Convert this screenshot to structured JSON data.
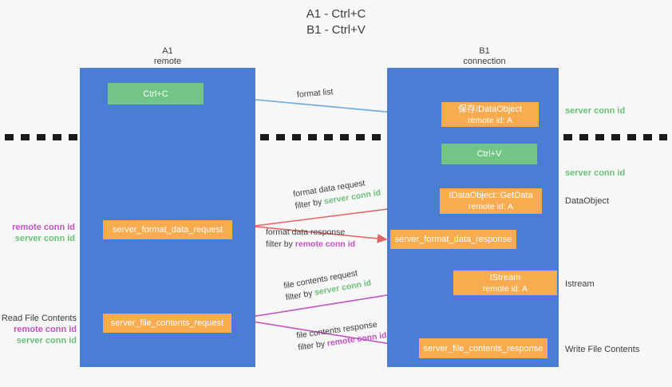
{
  "title": {
    "line1": "A1 - Ctrl+C",
    "line2": "B1 - Ctrl+V"
  },
  "columns": [
    {
      "name": "A1",
      "subtitle": "remote"
    },
    {
      "name": "B1",
      "subtitle": "connection"
    }
  ],
  "nodes": {
    "ctrl_c": {
      "line1": "Ctrl+C",
      "color": "#72c585"
    },
    "save_dataobject": {
      "line1": "保存IDataObject",
      "line2": "remote id: A",
      "color": "#f9ab50"
    },
    "ctrl_v": {
      "line1": "Ctrl+V",
      "color": "#72c585"
    },
    "getdata": {
      "line1": "IDataObject::GetData",
      "line2": "remote id: A",
      "color": "#f9ab50"
    },
    "istream": {
      "line1": "IStream",
      "line2": "remote id: A",
      "color": "#f9ab50"
    },
    "server_format_data_request": {
      "line1": "server_format_data_request",
      "color": "#f9ab50"
    },
    "server_format_data_response": {
      "line1": "server_format_data_response",
      "color": "#f9ab50"
    },
    "server_file_contents_request": {
      "line1": "server_file_contents_request",
      "color": "#f9ab50"
    },
    "server_file_contents_response": {
      "line1": "server_file_contents_response",
      "color": "#f9ab50"
    }
  },
  "edge_labels": {
    "format_list": {
      "text": "format list"
    },
    "format_data_request": {
      "line1": "format data request",
      "prefix": "filter by ",
      "key": "server conn id",
      "key_color": "#6cbf7a"
    },
    "format_data_response": {
      "line1": "format data response",
      "prefix": "filter by ",
      "key": "remote conn id",
      "key_color": "#c153c1"
    },
    "file_contents_request": {
      "line1": "file contents request",
      "prefix": "filter by ",
      "key": "server conn id",
      "key_color": "#6cbf7a"
    },
    "file_contents_response": {
      "line1": "file contents response",
      "prefix": "filter by ",
      "key": "remote conn id",
      "key_color": "#c153c1"
    }
  },
  "right_labels": {
    "server_conn_id_top": "server conn id",
    "server_conn_id_mid": "server conn id",
    "dataobject": "DataObject",
    "istream": "Istream",
    "write_file_contents": "Write File Contents"
  },
  "left_labels": {
    "mid_remote": "remote conn id",
    "mid_server": "server conn id",
    "read_file_contents": "Read File Contents",
    "read_remote": "remote conn id",
    "read_server": "server conn id"
  },
  "colors": {
    "lane": "#4a7ed4",
    "green_node": "#72c585",
    "orange_node": "#f9ab50",
    "green_text": "#6cbf7a",
    "magenta_text": "#c153c1",
    "arrow_blue": "#6fa8dc",
    "arrow_red": "#e06666",
    "arrow_magenta": "#c153c1",
    "arrow_black": "#000000",
    "background": "#f7f7f7"
  }
}
